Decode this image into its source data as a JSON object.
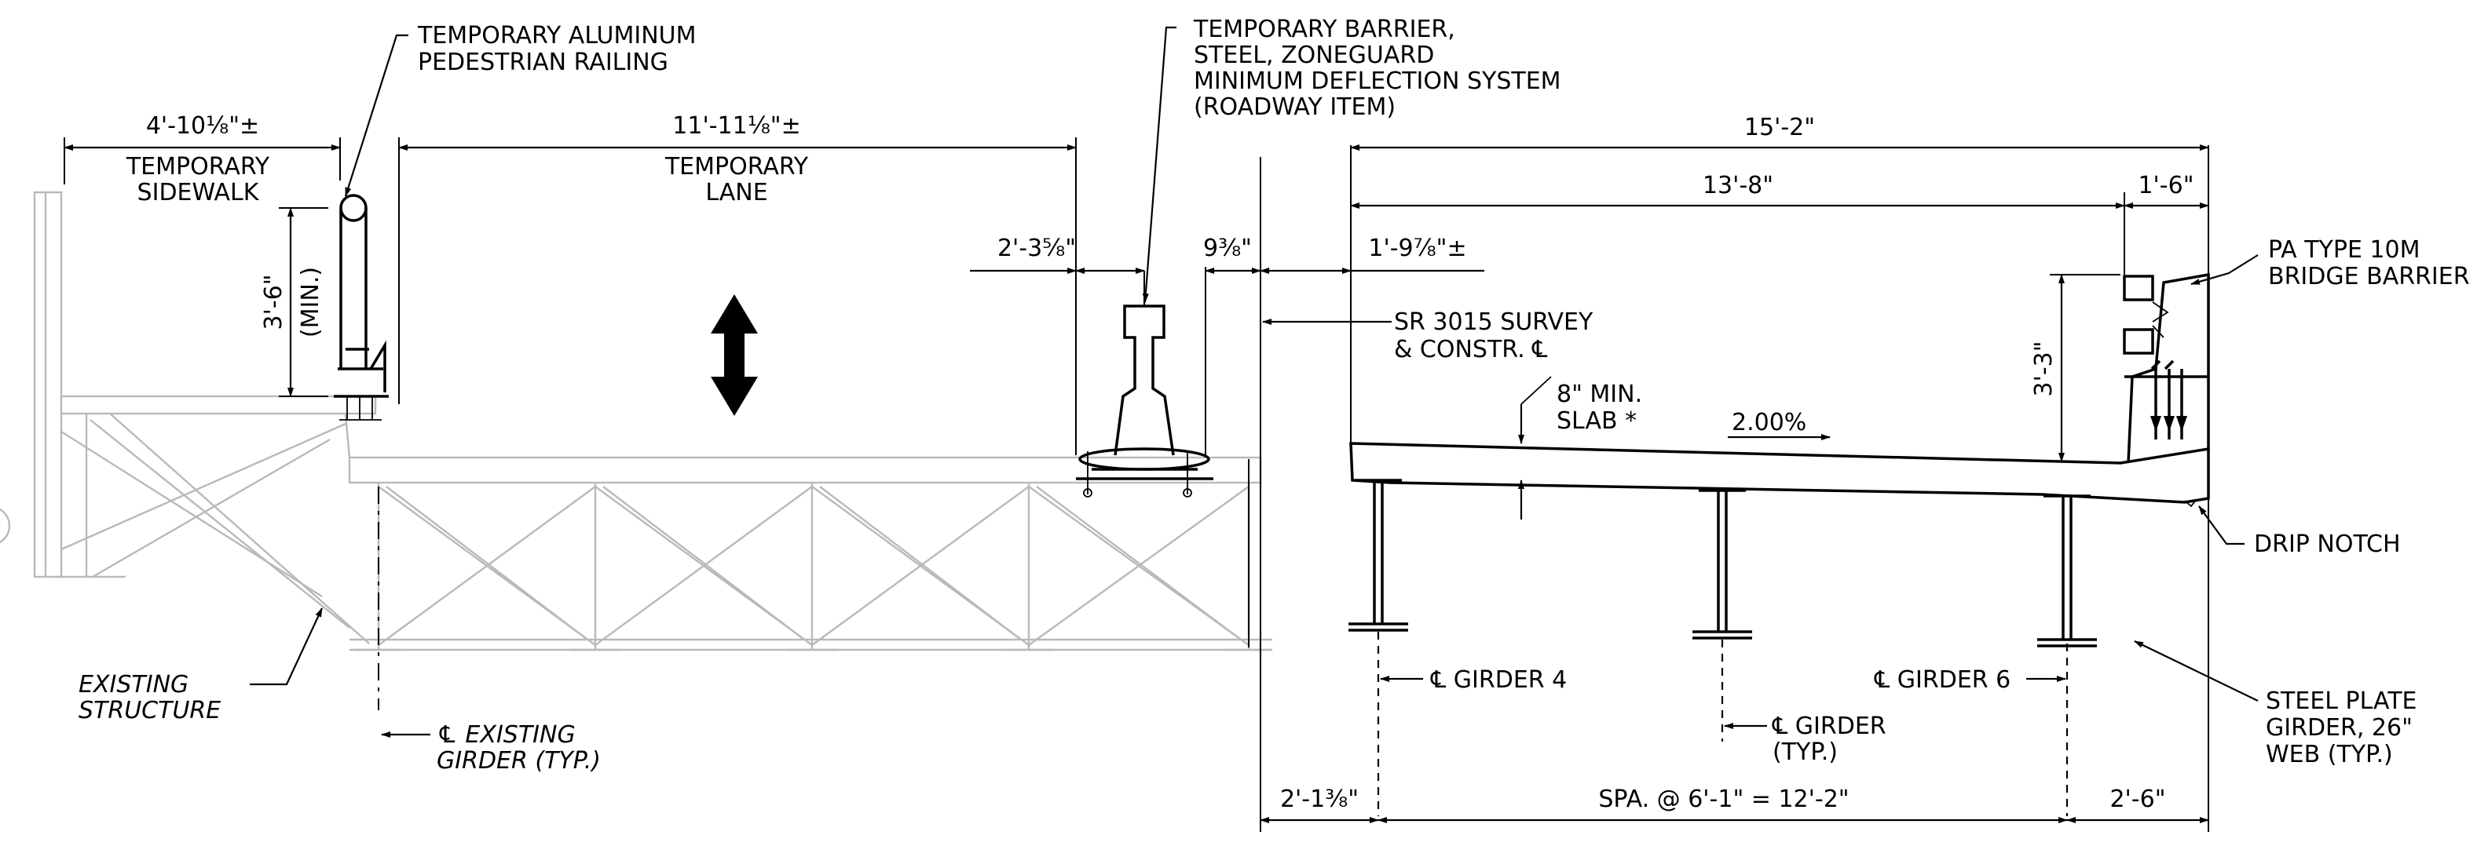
{
  "labels": {
    "railing_callout": [
      "TEMPORARY ALUMINUM",
      "PEDESTRIAN RAILING"
    ],
    "barrier_callout": [
      "TEMPORARY BARRIER,",
      "STEEL, ZONEGUARD",
      "MINIMUM DEFLECTION SYSTEM",
      "(ROADWAY ITEM)"
    ],
    "sidewalk": [
      "TEMPORARY",
      "SIDEWALK"
    ],
    "lane": [
      "TEMPORARY",
      "LANE"
    ],
    "railing_height": [
      "3'-6\"",
      "(MIN.)"
    ],
    "survey": [
      "SR 3015 SURVEY",
      "& CONSTR. ℄"
    ],
    "slab": [
      "8\" MIN.",
      "SLAB *"
    ],
    "slope": "2.00%",
    "bridge_barrier": [
      "PA TYPE 10M",
      "BRIDGE BARRIER"
    ],
    "barrier_height": "3'-3\"",
    "drip_notch": "DRIP NOTCH",
    "girder4": "℄ GIRDER 4",
    "girder6": "℄ GIRDER 6",
    "girder_typ": [
      "℄ GIRDER",
      "(TYP.)"
    ],
    "existing_structure": [
      "EXISTING",
      "STRUCTURE"
    ],
    "existing_girder": [
      "℄ EXISTING",
      "GIRDER (TYP.)"
    ],
    "steel_plate": [
      "STEEL PLATE",
      "GIRDER, 26\"",
      "WEB (TYP.)"
    ]
  },
  "dimensions": {
    "sidewalk_width": "4'-10⅛\"±",
    "lane_width": "11'-11⅛\"±",
    "barrier_offset": "2'-3⅝\"",
    "barrier_gap": "9⅜\"",
    "cl_offset": "1'-9⅞\"±",
    "deck_width": "15'-2\"",
    "roadway_width": "13'-8\"",
    "barrier_width": "1'-6\"",
    "overhang_left": "2'-1⅜\"",
    "girder_spacing": "SPA. @ 6'-1\" = 12'-2\"",
    "overhang_right": "2'-6\""
  }
}
